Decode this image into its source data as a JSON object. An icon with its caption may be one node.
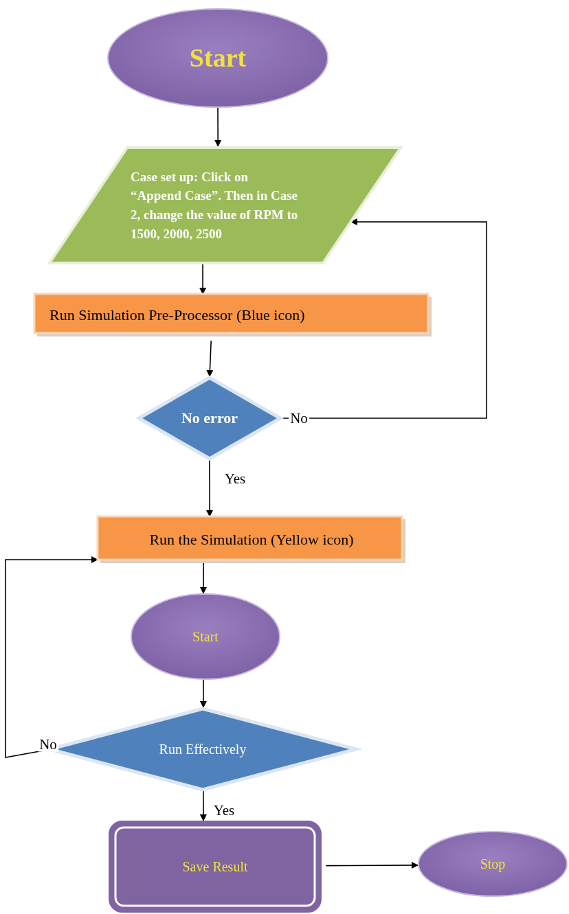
{
  "diagram": {
    "nodes": [
      {
        "text": [
          "Start"
        ]
      },
      {
        "text": [
          "Case set up: Click on “Append Case”. Then in Case 2, change the value of RPM to 1500, 2000, 2500"
        ]
      },
      {
        "text": [
          "Run Simulation Pre-Processor (Blue icon)"
        ]
      },
      {
        "text": [
          "No error"
        ]
      },
      {
        "text": [
          "Run the Simulation (Yellow icon)"
        ]
      },
      {
        "text": [
          "Start"
        ]
      },
      {
        "text": [
          "Run Effectively"
        ]
      },
      {
        "text": [
          "Save Result"
        ]
      },
      {
        "text": [
          "Stop"
        ]
      }
    ],
    "edges": [
      {
        "from": 0,
        "to": 1,
        "arrow": "to"
      },
      {
        "from": 1,
        "to": 2,
        "arrow": "to"
      },
      {
        "from": 2,
        "to": 3,
        "arrow": "to"
      },
      {
        "from": 3,
        "to": 4,
        "arrow": "to",
        "label": "Yes"
      },
      {
        "from": 3,
        "to": 1,
        "arrow": "to",
        "label": "No"
      },
      {
        "from": 4,
        "to": 5,
        "arrow": "to"
      },
      {
        "from": 5,
        "to": 6,
        "arrow": "to"
      },
      {
        "from": 6,
        "to": 7,
        "arrow": "to",
        "label": "Yes"
      },
      {
        "from": 6,
        "to": 4,
        "arrow": "to",
        "label": "No"
      },
      {
        "from": 7,
        "to": 8,
        "arrow": "to"
      }
    ]
  }
}
